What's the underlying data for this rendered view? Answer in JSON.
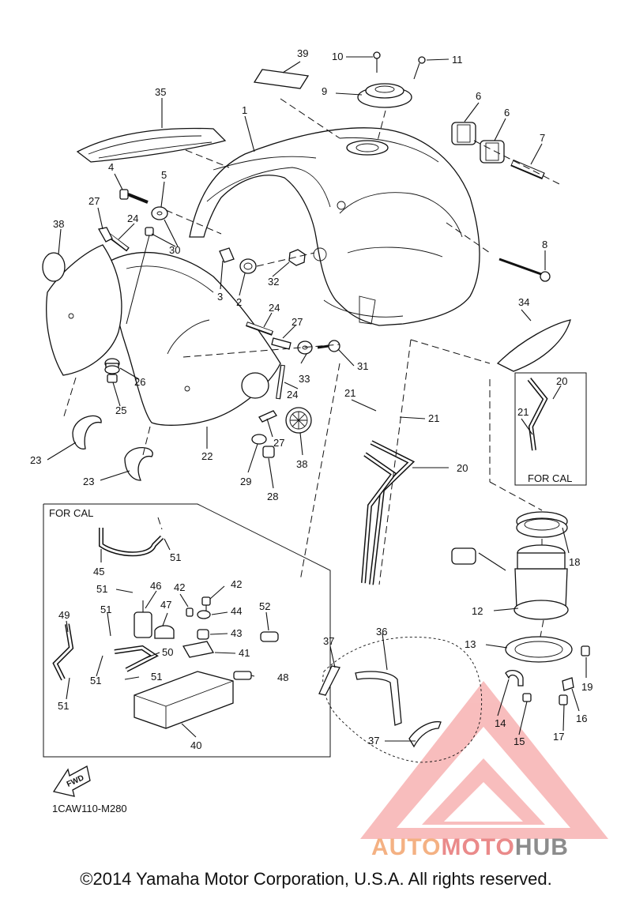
{
  "diagram": {
    "code": "1CAW110-M280",
    "copyright": "©2014 Yamaha Motor Corporation, U.S.A. All rights reserved.",
    "fwd_label": "FWD",
    "box_titles": [
      "FOR CAL",
      "FOR CAL"
    ],
    "part_numbers": [
      "1",
      "2",
      "3",
      "4",
      "5",
      "6",
      "6",
      "7",
      "8",
      "9",
      "10",
      "11",
      "12",
      "13",
      "14",
      "15",
      "16",
      "17",
      "18",
      "19",
      "20",
      "20",
      "21",
      "21",
      "21",
      "22",
      "23",
      "23",
      "24",
      "24",
      "24",
      "25",
      "26",
      "27",
      "27",
      "27",
      "28",
      "29",
      "30",
      "31",
      "32",
      "33",
      "34",
      "35",
      "36",
      "37",
      "37",
      "38",
      "38",
      "39",
      "40",
      "41",
      "42",
      "42",
      "43",
      "44",
      "45",
      "46",
      "47",
      "48",
      "49",
      "50",
      "51",
      "51",
      "51",
      "51",
      "51",
      "51",
      "52"
    ]
  },
  "watermark": {
    "part1": "AUTO",
    "part2": "MOTO",
    "part3": "HUB",
    "colors": {
      "auto": "#f4b183",
      "moto": "#ea8a8a",
      "hub": "#8c8c8c",
      "triangle": "#f28c8c"
    }
  }
}
